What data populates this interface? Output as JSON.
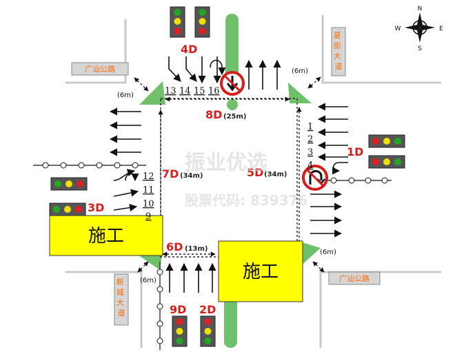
{
  "streets": {
    "top_left": "广汕公路",
    "top_right": "夏街大道",
    "bottom_left": "新城大道",
    "bottom_right": "广汕公路"
  },
  "construction": {
    "left": "施工",
    "right": "施工"
  },
  "phases": {
    "p1": "1D",
    "p2": "2D",
    "p3": "3D",
    "p4": "4D",
    "p9": "9D",
    "p5": "5D",
    "p5_dist": "(34m)",
    "p6": "6D",
    "p6_dist": "(13m)",
    "p7": "7D",
    "p7_dist": "(34m)",
    "p8": "8D",
    "p8_dist": "(25m)"
  },
  "corner_widths": {
    "nw": "(6m)",
    "ne": "(6m)",
    "se": "(6m)",
    "sw": "(6m)"
  },
  "lane_numbers": {
    "north": [
      "13",
      "14",
      "15",
      "16"
    ],
    "east": [
      "1",
      "2",
      "3",
      "4"
    ],
    "west": [
      "12",
      "11",
      "10",
      "9"
    ]
  },
  "compass": {
    "n": "N",
    "s": "S",
    "e": "E",
    "w": "W"
  },
  "watermark": {
    "line1": "振业优选",
    "line2": "股票代码: 839376"
  },
  "colors": {
    "phase_red": "#d41d1d",
    "construction_yellow": "#ffff00",
    "island_green": "#6fbf6b",
    "street_orange": "#ff6a00"
  }
}
